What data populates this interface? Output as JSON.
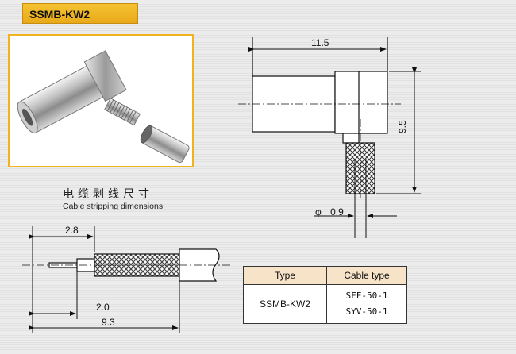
{
  "title": "SSMB-KW2",
  "caption": {
    "cn": "电缆剥线尺寸",
    "en": "Cable stripping dimensions"
  },
  "dimensions": {
    "length": "11.5",
    "height": "9.5",
    "pin_diameter_symbol": "φ",
    "pin_diameter": "0.9",
    "strip_a": "2.8",
    "strip_b": "2.0",
    "strip_c": "9.3"
  },
  "table": {
    "header_type": "Type",
    "header_cable": "Cable type",
    "type_value": "SSMB-KW2",
    "cable_1": "SFF-50-1",
    "cable_2": "SYV-50-1"
  },
  "colors": {
    "badge": "#f0b21e",
    "table_header": "#f7e3c8"
  }
}
